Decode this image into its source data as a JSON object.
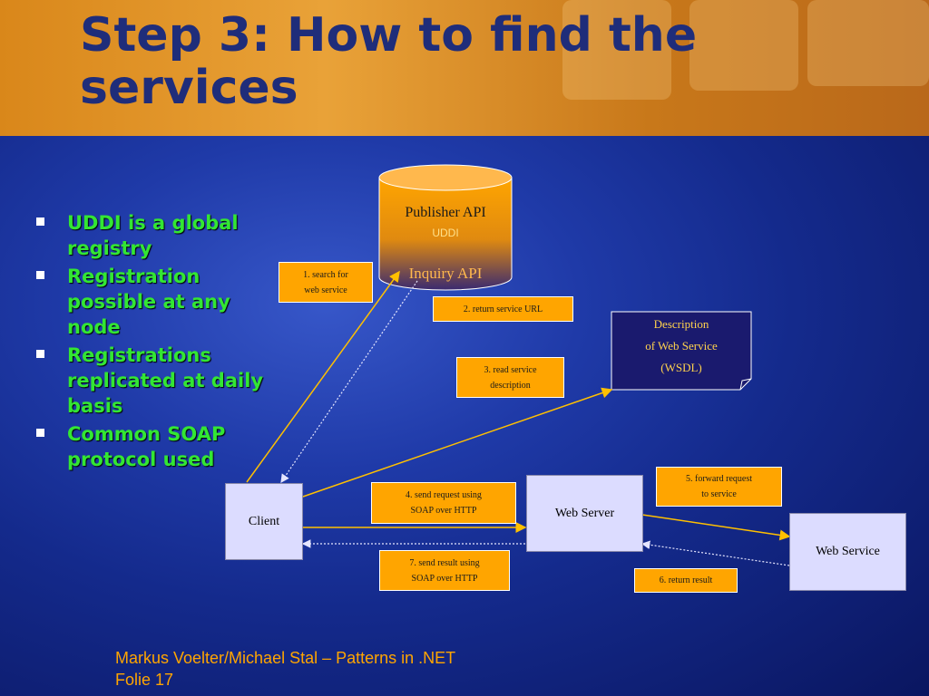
{
  "slide": {
    "title": "Step 3: How to find the services",
    "bullets": [
      "UDDI is a global registry",
      "Registration possible at any node",
      "Registrations replicated at daily basis",
      "Common SOAP protocol used"
    ]
  },
  "diagram": {
    "cylinder": {
      "top_label": "Publisher API",
      "middle_label": "UDDI",
      "bottom_label": "Inquiry API"
    },
    "wsdl_box": {
      "line1": "Description",
      "line2": "of Web Service",
      "line3": "(WSDL)"
    },
    "client": "Client",
    "web_server": "Web Server",
    "web_service": "Web Service",
    "steps": {
      "s1": "1. search for\nweb service",
      "s2": "2. return service URL",
      "s3": "3. read service\ndescription",
      "s4": "4. send request using\nSOAP over HTTP",
      "s5": "5. forward request\nto service",
      "s6": "6. return result",
      "s7": "7. send result using\nSOAP over HTTP"
    }
  },
  "footer": {
    "line1": "Markus Voelter/Michael Stal – Patterns in .NET",
    "line2": "Folie 17"
  },
  "colors": {
    "title": "#1f2d7a",
    "bullet_text": "#33e633",
    "label_fill": "#ffa500",
    "box_fill": "#dcdcff",
    "footer": "#ffa500"
  }
}
